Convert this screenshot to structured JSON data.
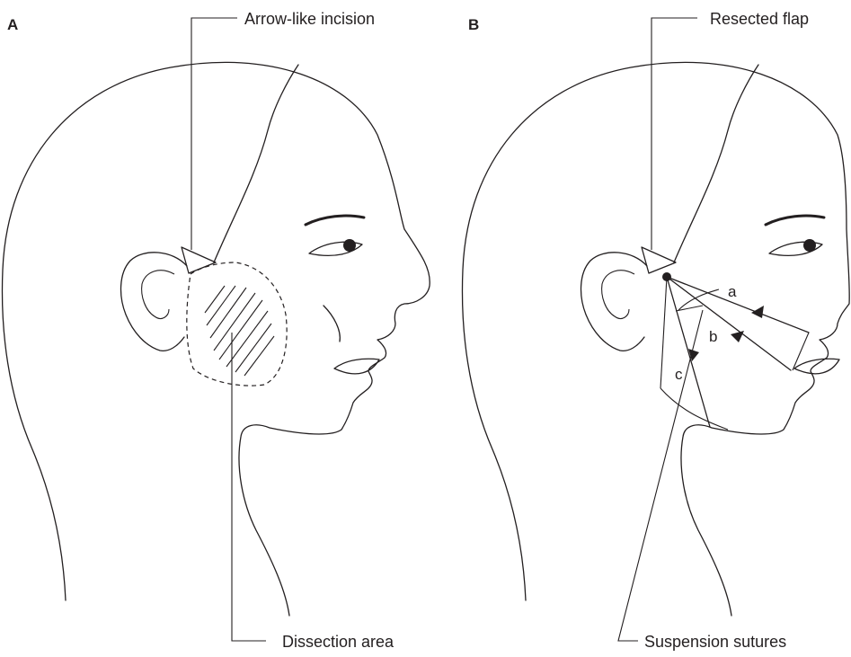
{
  "panels": [
    {
      "letter": "A",
      "callouts": {
        "top": "Arrow-like incision",
        "bottom": "Dissection area"
      }
    },
    {
      "letter": "B",
      "callouts": {
        "top": "Resected flap",
        "bottom": "Suspension sutures"
      },
      "vector_labels": [
        "a",
        "b",
        "c"
      ]
    }
  ]
}
